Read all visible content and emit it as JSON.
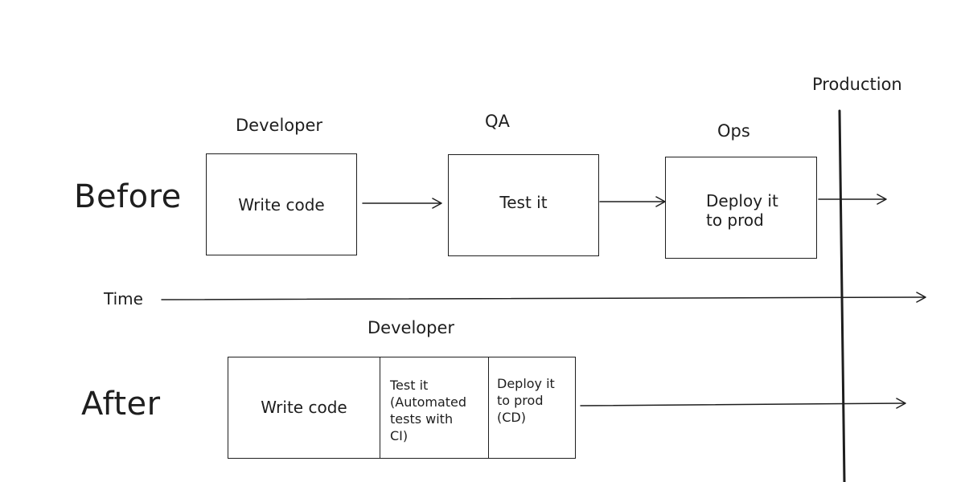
{
  "production_label": "Production",
  "time_label": "Time",
  "before": {
    "label": "Before",
    "steps": [
      {
        "role": "Developer",
        "text": "Write code"
      },
      {
        "role": "QA",
        "text": "Test it"
      },
      {
        "role": "Ops",
        "text": "Deploy it\nto prod"
      }
    ]
  },
  "after": {
    "label": "After",
    "role": "Developer",
    "steps": [
      {
        "text": "Write code"
      },
      {
        "text": "Test it\n(Automated\ntests with\nCI)"
      },
      {
        "text": "Deploy it\nto prod\n(CD)"
      }
    ]
  }
}
